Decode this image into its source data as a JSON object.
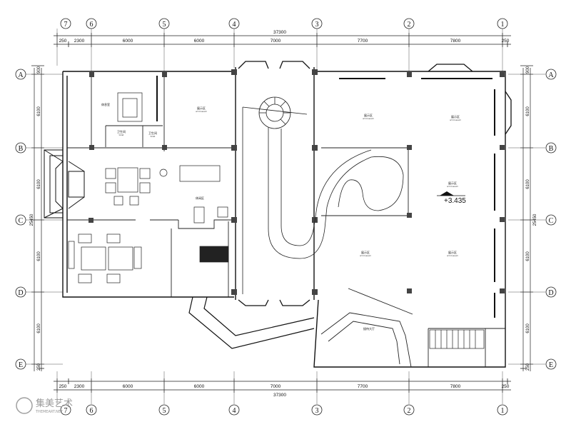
{
  "top_axis_labels": [
    "7",
    "6",
    "5",
    "4",
    "3",
    "2",
    "1"
  ],
  "side_axis_labels": [
    "A",
    "B",
    "C",
    "D",
    "E"
  ],
  "total_width": "37300",
  "segment_dims": [
    "250",
    "2300",
    "6000",
    "6000",
    "7000",
    "7700",
    "7800",
    "250"
  ],
  "total_depth": "25450",
  "vertical_segment_dims": [
    "900",
    "6100",
    "6100",
    "6100",
    "6100",
    "250"
  ],
  "rooms": {
    "rest_area": "休息室",
    "toilet_1": "卫生间",
    "toilet_2": "卫生间",
    "toilet_sub": "toilet",
    "gallery_left": "展示区",
    "gallery_sub": "art museum",
    "lounge": "休闲区",
    "hall_1": "展示区",
    "hall_2": "展示区",
    "hall_3": "展示区",
    "hall_4": "展示区",
    "hall_5": "展示区",
    "entrance": "接待大厅"
  },
  "elevation": "+3.435",
  "watermark": {
    "main": "集美艺术",
    "sub": "THEMEART.NET"
  }
}
